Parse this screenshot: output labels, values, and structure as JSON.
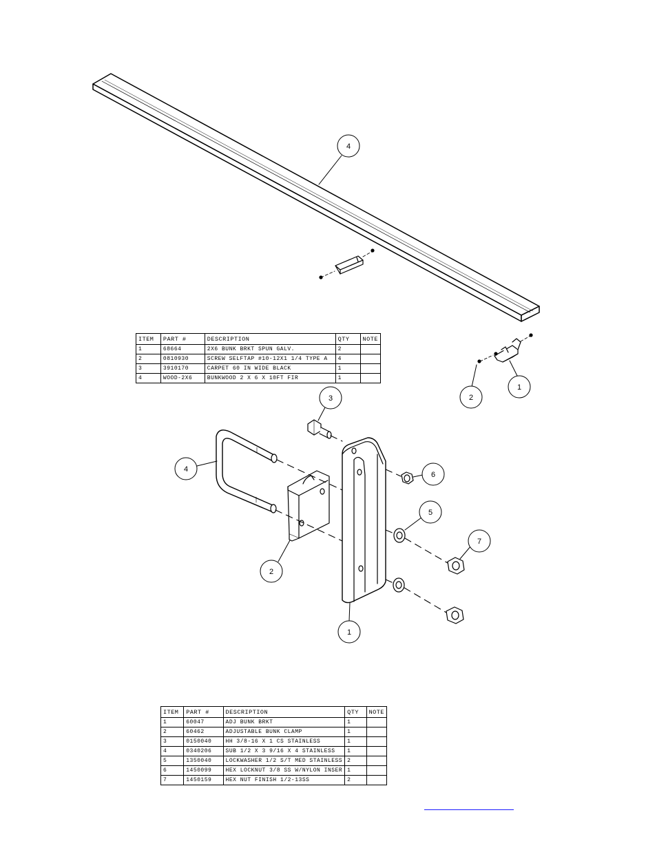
{
  "bunk_callouts": [
    "4",
    "2",
    "1"
  ],
  "bracket_callouts": [
    "3",
    "4",
    "6",
    "5",
    "7",
    "2",
    "1"
  ],
  "table_top": {
    "headers": [
      "ITEM",
      "PART #",
      "DESCRIPTION",
      "QTY",
      "NOTE"
    ],
    "rows": [
      [
        "1",
        "68664",
        "2X6 BUNK BRKT SPUN GALV.",
        "2",
        ""
      ],
      [
        "2",
        "0810930",
        "SCREW SELFTAP #10-12X1 1/4 TYPE A",
        "4",
        ""
      ],
      [
        "3",
        "3910170",
        "CARPET 60 IN WIDE BLACK",
        "1",
        ""
      ],
      [
        "4",
        "WOOD-2X6",
        "BUNKWOOD   2 X 6 X 10FT FIR",
        "1",
        ""
      ]
    ]
  },
  "table_bottom": {
    "headers": [
      "ITEM",
      "PART #",
      "DESCRIPTION",
      "QTY",
      "NOTE"
    ],
    "rows": [
      [
        "1",
        "60047",
        "ADJ BUNK BRKT",
        "1",
        ""
      ],
      [
        "2",
        "60462",
        "ADJUSTABLE BUNK CLAMP",
        "1",
        ""
      ],
      [
        "3",
        "0150040",
        "HH 3/8-16 X 1 CS STAINLESS",
        "1",
        ""
      ],
      [
        "4",
        "0340206",
        "SUB 1/2 X 3 9/16 X 4 STAINLESS",
        "1",
        ""
      ],
      [
        "5",
        "1350040",
        "LOCKWASHER 1/2 S/T MED STAINLESS",
        "2",
        ""
      ],
      [
        "6",
        "1450099",
        "HEX LOCKNUT 3/8 SS W/NYLON INSER",
        "1",
        ""
      ],
      [
        "7",
        "1450159",
        "HEX NUT FINISH 1/2-13SS",
        "2",
        ""
      ]
    ]
  },
  "colors": {
    "line": "#000000",
    "link": "#1a1aff"
  }
}
